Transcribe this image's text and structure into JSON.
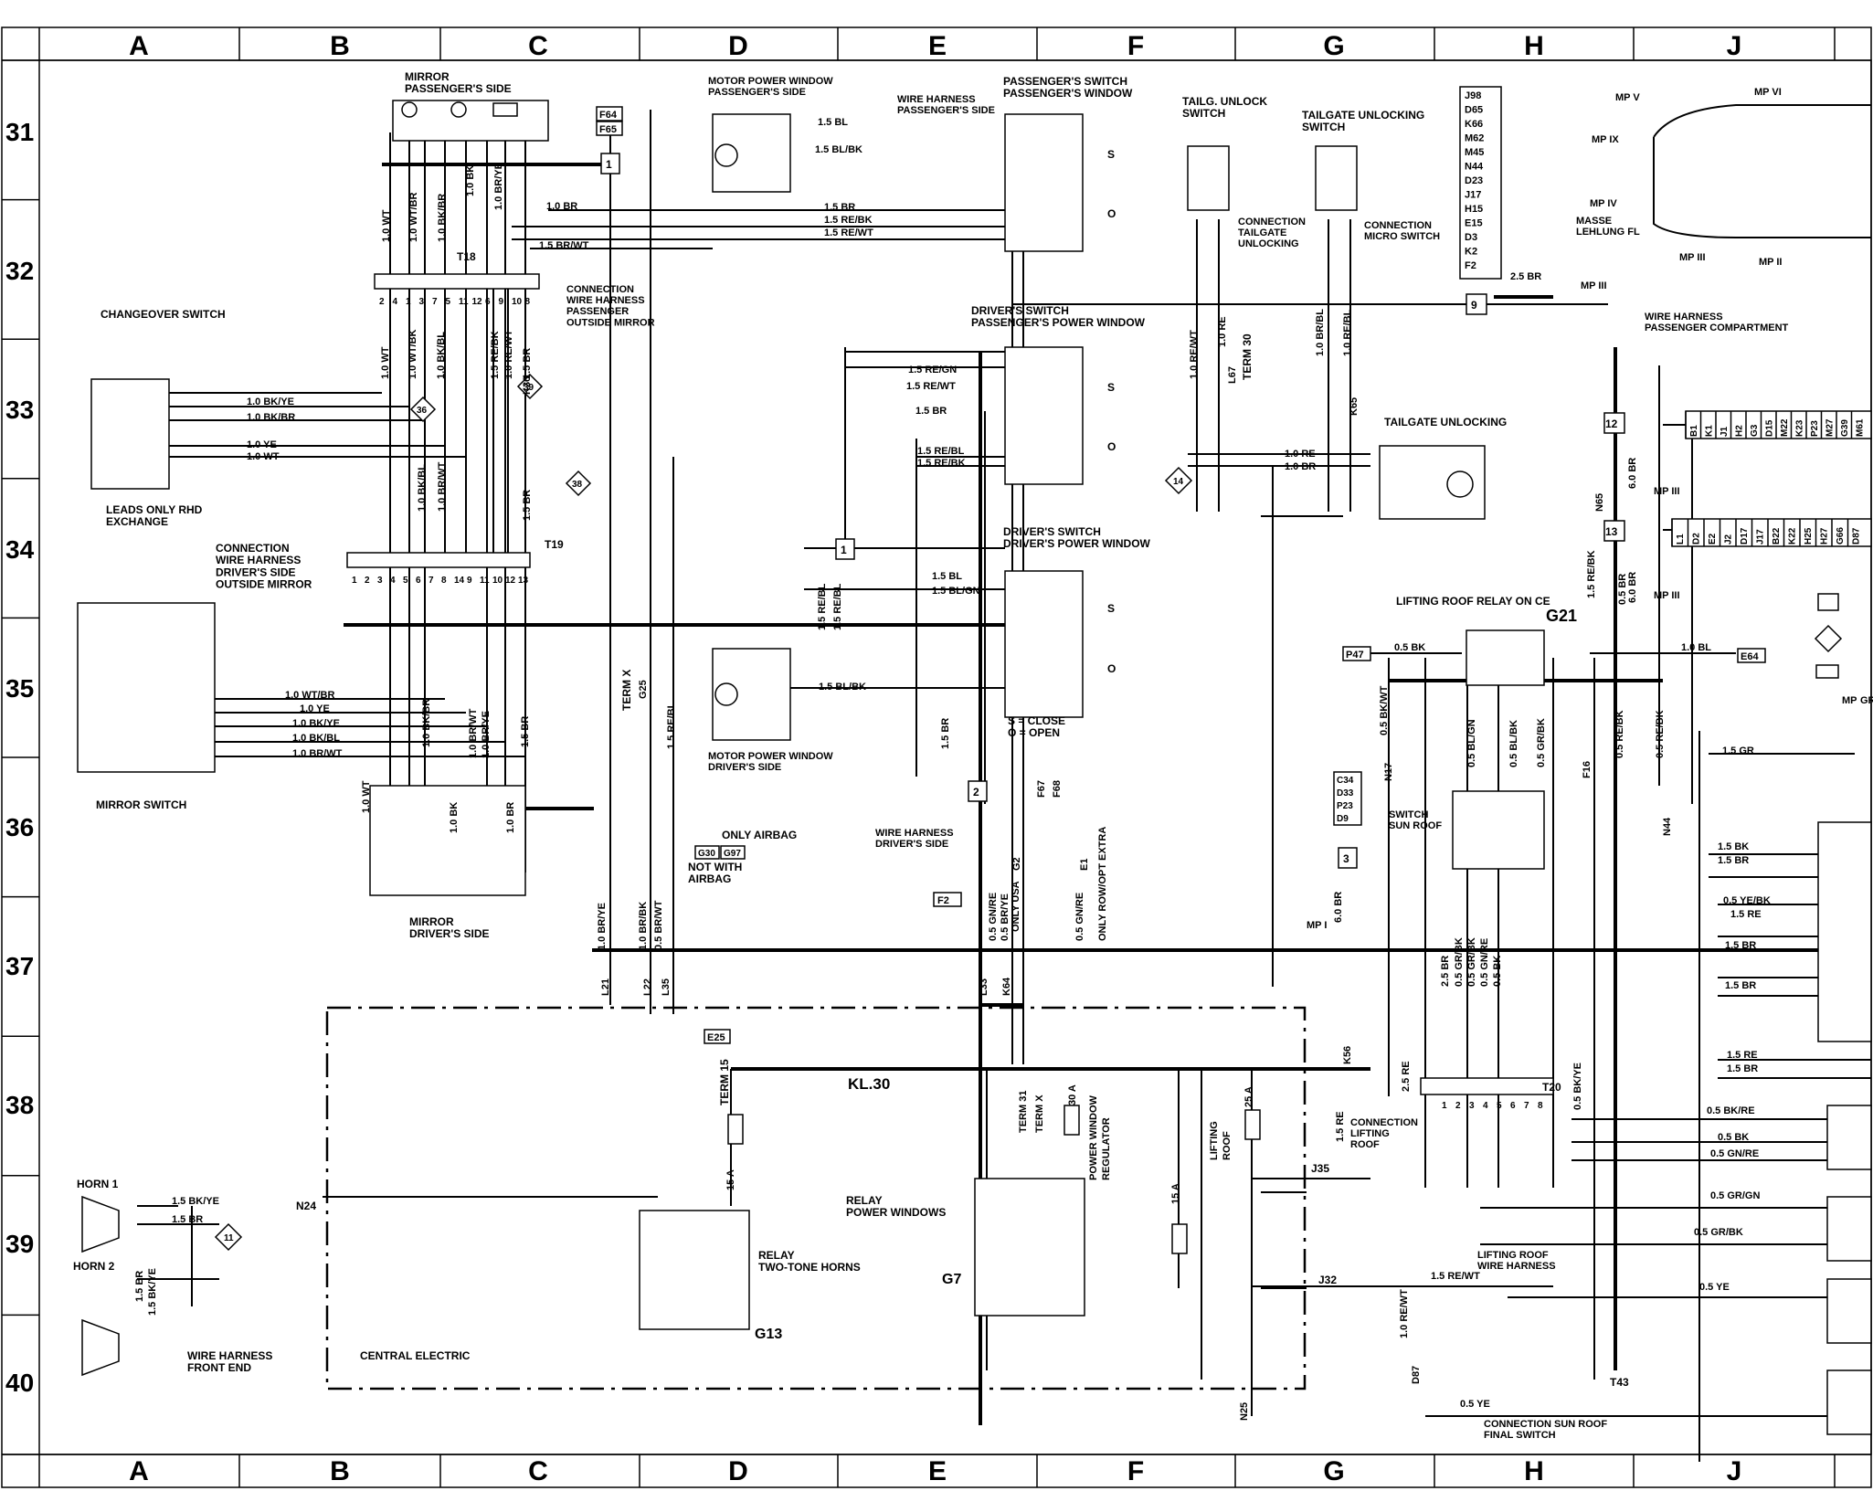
{
  "grid": {
    "columns": [
      "A",
      "B",
      "C",
      "D",
      "E",
      "F",
      "G",
      "H",
      "J"
    ],
    "rows": [
      "31",
      "32",
      "33",
      "34",
      "35",
      "36",
      "37",
      "38",
      "39",
      "40"
    ]
  },
  "components": {
    "mirror_passenger": "MIRROR\nPASSENGER'S SIDE",
    "motor_window_passenger": "MOTOR POWER WINDOW\nPASSENGER'S SIDE",
    "harness_passenger_side": "WIRE HARNESS\nPASSENGER'S SIDE",
    "passenger_switch_passenger_window": "PASSENGER'S SWITCH\nPASSENGER'S WINDOW",
    "tailgate_unlock_switch": "TAILG. UNLOCK\nSWITCH",
    "tailgate_unlocking_switch": "TAILGATE UNLOCKING\nSWITCH",
    "connection_tailgate_unlocking": "CONNECTION\nTAILGATE\nUNLOCKING",
    "connection_micro_switch": "CONNECTION\nMICRO SWITCH",
    "changeover_switch": "CHANGEOVER SWITCH",
    "connection_harness_passenger_mirror": "CONNECTION\nWIRE HARNESS\nPASSENGER\nOUTSIDE MIRROR",
    "driver_switch_passenger_window": "DRIVER'S SWITCH\nPASSENGER'S POWER WINDOW",
    "tailgate_unlocking": "TAILGATE UNLOCKING",
    "harness_passenger_compartment": "WIRE HARNESS\nPASSENGER COMPARTMENT",
    "leads_rhd": "LEADS ONLY RHD\nEXCHANGE",
    "connection_harness_driver_mirror": "CONNECTION\nWIRE HARNESS\nDRIVER'S SIDE\nOUTSIDE MIRROR",
    "driver_switch_driver_window": "DRIVER'S SWITCH\nDRIVER'S POWER WINDOW",
    "lifting_roof_relay": "LIFTING ROOF RELAY ON CE",
    "mirror_switch": "MIRROR SWITCH",
    "motor_window_driver": "MOTOR POWER WINDOW\nDRIVER'S SIDE",
    "close_open_legend": "S = CLOSE\nO = OPEN",
    "harness_driver_side": "WIRE HARNESS\nDRIVER'S SIDE",
    "only_airbag": "ONLY AIRBAG",
    "not_with_airbag": "NOT WITH\nAIRBAG",
    "switch_sun_roof": "SWITCH\nSUN ROOF",
    "mirror_driver": "MIRROR\nDRIVER'S SIDE",
    "kl30": "KL.30",
    "power_window_regulator": "POWER WINDOW\nREGULATOR",
    "lifting_roof": "LIFTING\nROOF",
    "connection_lifting_roof": "CONNECTION\nLIFTING\nROOF",
    "horn1": "HORN 1",
    "horn2": "HORN 2",
    "relay_power_windows": "RELAY\nPOWER WINDOWS",
    "relay_two_tone_horns": "RELAY\nTWO-TONE HORNS",
    "lifting_roof_harness": "LIFTING ROOF\nWIRE HARNESS",
    "harness_front_end": "WIRE HARNESS\nFRONT END",
    "central_electric": "CENTRAL ELECTRIC",
    "connection_sun_roof_final": "CONNECTION SUN ROOF\nFINAL SWITCH",
    "term_x": "TERM X",
    "term_15": "TERM 15",
    "term_30": "TERM 30",
    "term_31": "TERM 31",
    "term_x2": "TERM X",
    "only_usa": "ONLY USA",
    "only_row": "ONLY ROW/OPT EXTRA",
    "g21": "G21",
    "g13": "G13",
    "g7": "G7",
    "t18": "T18",
    "t19": "T19",
    "t20": "T20",
    "t43": "T43",
    "n24": "N24",
    "n25": "N25",
    "j35": "J35",
    "j32": "J32",
    "masse": "MASSE\nLEHLUNG FL"
  },
  "measuring_points": [
    "MP V",
    "MP VI",
    "MP IX",
    "MP IV",
    "MP III",
    "MP II",
    "MP III",
    "MP III",
    "MP III",
    "MP I"
  ],
  "fuse_stack": [
    "J98",
    "D65",
    "K66",
    "M62",
    "M45",
    "N44",
    "D23",
    "J17",
    "H15",
    "E15",
    "D3",
    "K2",
    "F2"
  ],
  "connector_12": [
    "B1",
    "K1",
    "J1",
    "H2",
    "G3",
    "D15",
    "M22",
    "K23",
    "P23",
    "M27",
    "G39",
    "M61"
  ],
  "connector_13": [
    "L1",
    "D2",
    "E2",
    "J2",
    "D17",
    "J17",
    "B22",
    "K22",
    "H25",
    "H27",
    "G66",
    "D87"
  ],
  "pins_t18": [
    "2",
    "4",
    "1",
    "3",
    "7",
    "5",
    "11",
    "12",
    "6",
    "9",
    "10",
    "8"
  ],
  "pins_t19": [
    "1",
    "2",
    "3",
    "4",
    "5",
    "6",
    "7",
    "8",
    "14",
    "9",
    "11",
    "10",
    "12",
    "13"
  ],
  "pins_t20": [
    "1",
    "2",
    "3",
    "4",
    "5",
    "6",
    "7",
    "8"
  ],
  "fuses": {
    "f15a": "15 A",
    "f30a": "30 A",
    "f25a": "25 A",
    "f15a_b": "15 A"
  },
  "wires": {
    "w1": "1.5 BL",
    "w2": "1.5 BL/BK",
    "w3": "1.5 BR",
    "w4": "1.5 RE/BK",
    "w5": "1.5 RE/WT",
    "w6": "1.0 BR",
    "w7": "1.5 BR/WT",
    "w8": "1.0 WT",
    "w9": "1.0 WT/BR",
    "w10": "1.0 BK/BR",
    "w11": "1.0 BK/BL",
    "w12": "1.0 BR/YE",
    "w13": "1.0 BK/YE",
    "w14": "1.0 YE",
    "w15": "1.0 BL",
    "w16": "1.5 RE/GN",
    "w17": "1.5 RE/BL",
    "w18": "1.5 RE/BK",
    "w19": "1.5 BL",
    "w20": "1.5 BL/GN",
    "w21": "1.5 BL/BK",
    "w22": "1.0 RE/WT",
    "w23": "1.0 RE",
    "w24": "1.0 BR/WT",
    "w25": "1.0 RE/BL",
    "w26": "1.0 RE",
    "w27": "1.0 BR",
    "w28": "2.5 BR",
    "w29": "6.0 BR",
    "w30": "6.0 BR",
    "w31": "0.5 BK",
    "w32": "1.0 BL",
    "w33": "0.5 BK/WT",
    "w34": "0.5 BL/GN",
    "w35": "0.5 BL/BK",
    "w36": "0.5 GR/BK",
    "w37": "0.5 RE/BK",
    "w38": "0.5 RE/BK",
    "w39": "1.5 GR",
    "w40": "1.5 BK",
    "w41": "1.5 BR",
    "w42": "0.5 YE/BK",
    "w43": "1.5 RE",
    "w44": "1.5 BR",
    "w45": "1.5 BR",
    "w46": "1.5 RE",
    "w47": "1.5 BR",
    "w48": "0.5 BK/RE",
    "w49": "0.5 BK",
    "w50": "0.5 GN/RE",
    "w51": "0.5 GR/GN",
    "w52": "0.5 GR/BK",
    "w53": "0.5 YE",
    "w54": "0.5 YE",
    "w55": "1.5 RE/WT",
    "w56": "1.5 BK/YE",
    "w57": "1.5 BR",
    "w58": "1.5 BR",
    "w59": "1.5 BK/YE",
    "w60": "1.0 BR/YE",
    "w61": "1.0 BR/BK",
    "w62": "0.5 BR/WT",
    "w63": "0.5 GN/RE",
    "w64": "0.5 BR/YE",
    "w65": "0.5 GN/RE",
    "w66": "1.5 RE/BL",
    "w67": "1.5 BR",
    "w68": "1.5 RE/BL",
    "w69": "1.5 BR",
    "w70": "1.5 RE",
    "w71": "2.5 RE",
    "w72": "0.5 BK/YE",
    "w73": "1.0 RE/WT",
    "w74": "2.5 BR",
    "w75": "0.5 GR/BK",
    "w76": "0.5 GR/BK",
    "w77": "0.5 GN/RE",
    "w78": "0.5 BK",
    "w79": "1.5 RE/BK",
    "w80": "0.5 BR",
    "w81": "1.5 BR",
    "w82": "1.0 WT/BK",
    "w83": "1.0 BK/YE",
    "w84": "1.0 WT",
    "w85": "1.0 BK",
    "w86": "1.0 BR/BL",
    "w87": "1.0 BR/WT",
    "w88": "1.0 BK/BL",
    "w89": "1.5 BR",
    "w90": "1.0 BR",
    "w91": "1.0 WT/BR",
    "w92": "1.0 BR/WT"
  },
  "refs": {
    "f64": "F64",
    "f65": "F65",
    "f67": "F67",
    "f68": "F68",
    "f2": "F2",
    "f16": "F16",
    "g2": "G2",
    "e1": "E1",
    "e25": "E25",
    "e64": "E64",
    "g25": "G25",
    "g30": "G30",
    "g97": "G97",
    "k36": "K36",
    "k65": "K65",
    "k56": "K56",
    "l67": "L67",
    "n17": "N17",
    "n44": "N44",
    "n65": "N65",
    "p47": "P47",
    "d87": "D87",
    "l21": "L21",
    "l22": "L22",
    "l35": "L35",
    "l33": "L33",
    "k64": "K64",
    "c34": "C34",
    "d33": "D33",
    "p23": "P23",
    "d9": "D9",
    "diamond14": "14",
    "diamond11": "11",
    "diamond36": "36",
    "diamond38": "38",
    "diamond39": "39"
  },
  "nodes": {
    "n1": "1",
    "n1b": "1",
    "n2": "2",
    "n3": "3",
    "n9": "9",
    "n12": "12",
    "n13": "13"
  },
  "switch_marks": {
    "s": "S",
    "o": "O"
  },
  "legend": {
    "mp": "MP",
    "gr": "GR"
  }
}
